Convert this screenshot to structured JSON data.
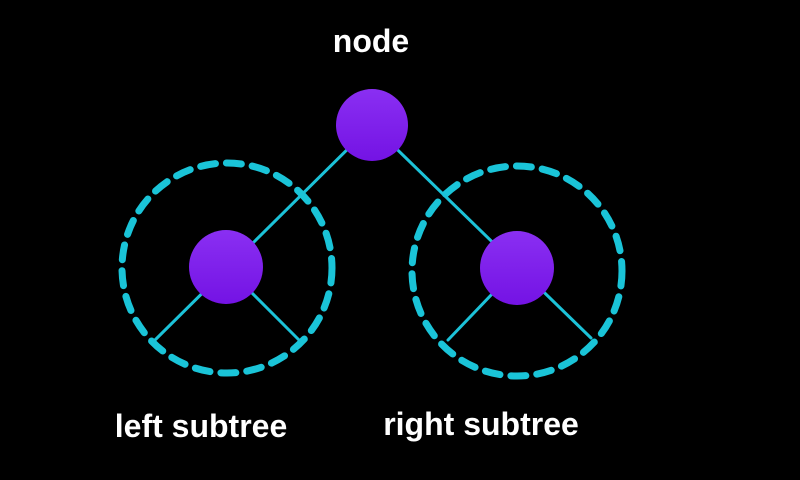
{
  "diagram": {
    "title": "binary tree node with left and right subtrees",
    "root_label": "node",
    "left_subtree_label": "left subtree",
    "right_subtree_label": "right subtree"
  },
  "colors": {
    "background": "#000000",
    "edge_cyan": "#1cc2d8",
    "dashed_ring_cyan": "#1ac4d8",
    "node_gradient_top": "#8a2ff2",
    "node_gradient_bottom": "#7413e4",
    "label_text": "#ffffff"
  }
}
